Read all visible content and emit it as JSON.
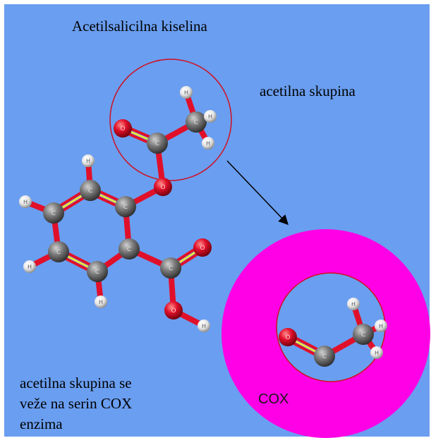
{
  "title": "Acetilsalicilna kiselina",
  "acetyl_label": "acetilna skupina",
  "note_lines": [
    "acetilna skupina se",
    "veže na serin COX",
    "enzima"
  ],
  "enzyme_label": "COX",
  "atom_symbols": {
    "hydrogen": "H",
    "carbon": "C",
    "oxygen": "O"
  },
  "colors": {
    "background": "#6a9ef0",
    "bond": "#e0102a",
    "double_bond_inner": "#f2ea2a",
    "carbon": "#7a7a7a",
    "oxygen": "#e0102a",
    "hydrogen": "#e8e8e8",
    "circle_outline": "#d01020",
    "enzyme": "#ff00e6"
  }
}
